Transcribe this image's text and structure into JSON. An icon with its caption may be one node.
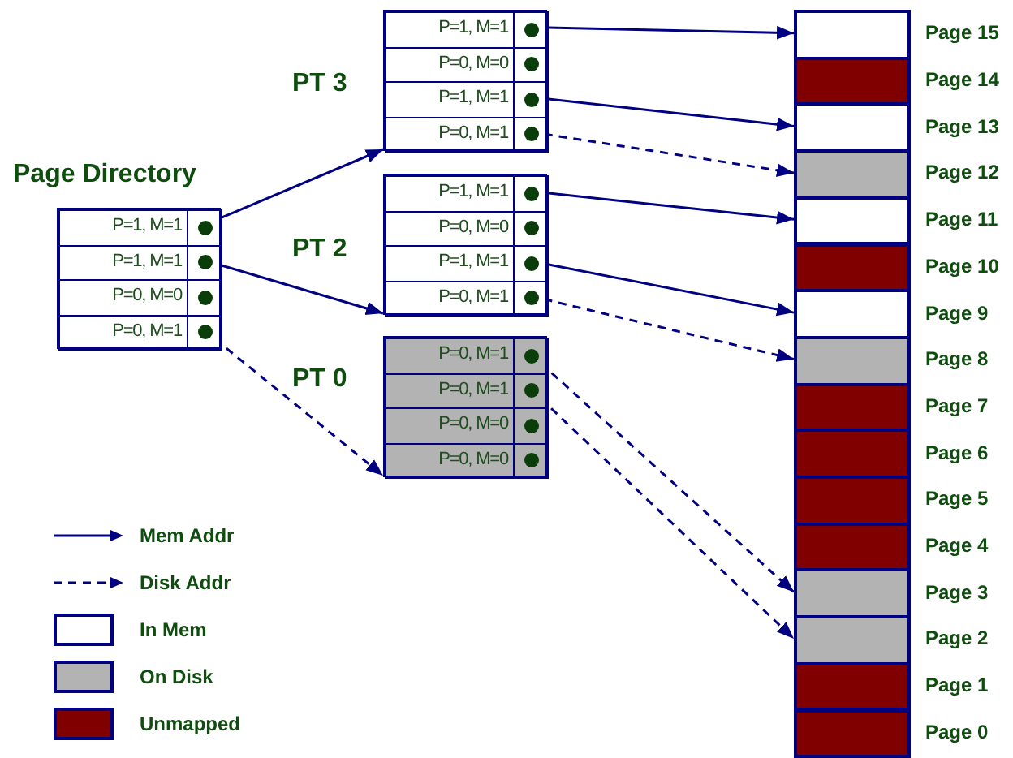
{
  "diagram": {
    "nodes": [
      {
        "text": [
          "Page Directory"
        ]
      },
      {
        "text": [
          "P=1, M=1"
        ],
        "in": 0
      },
      {
        "text": [
          "P=1, M=1"
        ],
        "in": 0
      },
      {
        "text": [
          "P=0, M=0"
        ],
        "in": 0
      },
      {
        "text": [
          "P=0, M=1"
        ],
        "in": 0
      },
      {
        "text": [
          "PT 3"
        ]
      },
      {
        "text": [
          "P=1, M=1"
        ],
        "in": 5
      },
      {
        "text": [
          "P=0, M=0"
        ],
        "in": 5
      },
      {
        "text": [
          "P=1, M=1"
        ],
        "in": 5
      },
      {
        "text": [
          "P=0, M=1"
        ],
        "in": 5
      },
      {
        "text": [
          "PT 2"
        ]
      },
      {
        "text": [
          "P=1, M=1"
        ],
        "in": 10
      },
      {
        "text": [
          "P=0, M=0"
        ],
        "in": 10
      },
      {
        "text": [
          "P=1, M=1"
        ],
        "in": 10
      },
      {
        "text": [
          "P=0, M=1"
        ],
        "in": 10
      },
      {
        "text": [
          "PT 0"
        ]
      },
      {
        "text": [
          "P=0, M=1"
        ],
        "in": 15
      },
      {
        "text": [
          "P=0, M=1"
        ],
        "in": 15
      },
      {
        "text": [
          "P=0, M=0"
        ],
        "in": 15
      },
      {
        "text": [
          "P=0, M=0"
        ],
        "in": 15
      },
      {
        "text": [],
        "shape": "box",
        "beside": [
          "Page 15"
        ]
      },
      {
        "text": [],
        "shape": "box",
        "beside": [
          "Page 14"
        ]
      },
      {
        "text": [],
        "shape": "box",
        "beside": [
          "Page 13"
        ]
      },
      {
        "text": [],
        "shape": "box",
        "beside": [
          "Page 12"
        ]
      },
      {
        "text": [],
        "shape": "box",
        "beside": [
          "Page 11"
        ]
      },
      {
        "text": [],
        "shape": "box",
        "beside": [
          "Page 10"
        ]
      },
      {
        "text": [],
        "shape": "box",
        "beside": [
          "Page 9"
        ]
      },
      {
        "text": [],
        "shape": "box",
        "beside": [
          "Page 8"
        ]
      },
      {
        "text": [],
        "shape": "box",
        "beside": [
          "Page 7"
        ]
      },
      {
        "text": [],
        "shape": "box",
        "beside": [
          "Page 6"
        ]
      },
      {
        "text": [],
        "shape": "box",
        "beside": [
          "Page 5"
        ]
      },
      {
        "text": [],
        "shape": "box",
        "beside": [
          "Page 4"
        ]
      },
      {
        "text": [],
        "shape": "box",
        "beside": [
          "Page 3"
        ]
      },
      {
        "text": [],
        "shape": "box",
        "beside": [
          "Page 2"
        ]
      },
      {
        "text": [],
        "shape": "box",
        "beside": [
          "Page 1"
        ]
      },
      {
        "text": [],
        "shape": "box",
        "beside": [
          "Page 0"
        ]
      }
    ],
    "edges": [
      {
        "from": 1,
        "to": 5,
        "arrow": "to"
      },
      {
        "from": 2,
        "to": 10,
        "arrow": "to"
      },
      {
        "from": 4,
        "to": 15,
        "arrow": "to",
        "style": "dashed"
      },
      {
        "from": 6,
        "to": 20,
        "arrow": "to"
      },
      {
        "from": 8,
        "to": 22,
        "arrow": "to"
      },
      {
        "from": 9,
        "to": 23,
        "arrow": "to",
        "style": "dashed"
      },
      {
        "from": 11,
        "to": 24,
        "arrow": "to"
      },
      {
        "from": 13,
        "to": 26,
        "arrow": "to"
      },
      {
        "from": 14,
        "to": 27,
        "arrow": "to",
        "style": "dashed"
      },
      {
        "from": 16,
        "to": 32,
        "arrow": "to",
        "style": "dashed"
      },
      {
        "from": 17,
        "to": 33,
        "arrow": "to",
        "style": "dashed"
      }
    ],
    "legend": [
      {
        "text": "Mem Addr"
      },
      {
        "text": "Disk Addr"
      },
      {
        "text": "In Mem",
        "color": "#ffffff"
      },
      {
        "text": "On Disk",
        "color": "#b3b3b3"
      },
      {
        "text": "Unmapped",
        "color": "#800000"
      }
    ]
  }
}
